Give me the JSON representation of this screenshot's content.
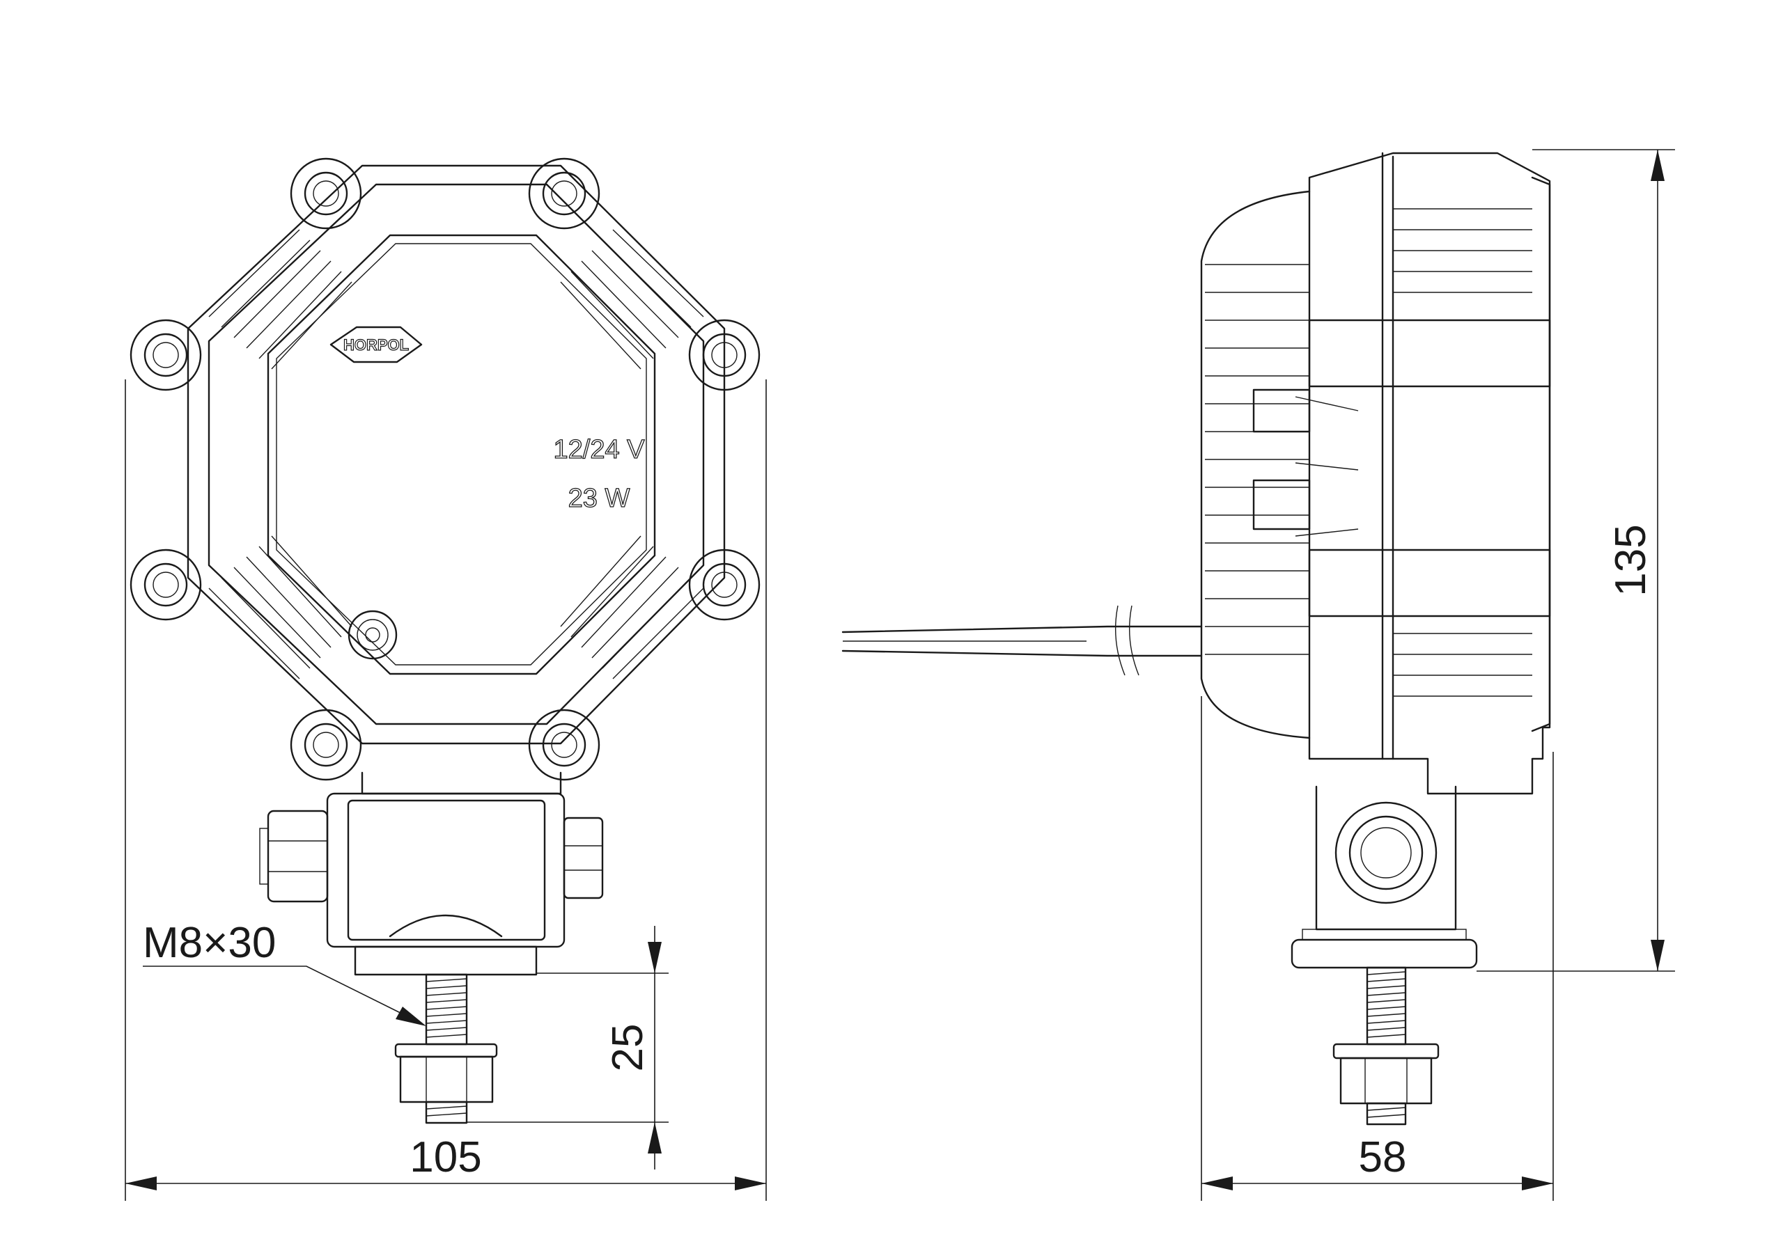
{
  "brand": "HORPOL",
  "markings": {
    "voltage": "12/24 V",
    "power": "23 W"
  },
  "dimensions": {
    "width": "105",
    "depth": "58",
    "height": "135",
    "bolt_length": "25",
    "bolt_spec": "M8×30"
  },
  "colors": {
    "line": "#1a1a1a",
    "background": "#ffffff"
  }
}
